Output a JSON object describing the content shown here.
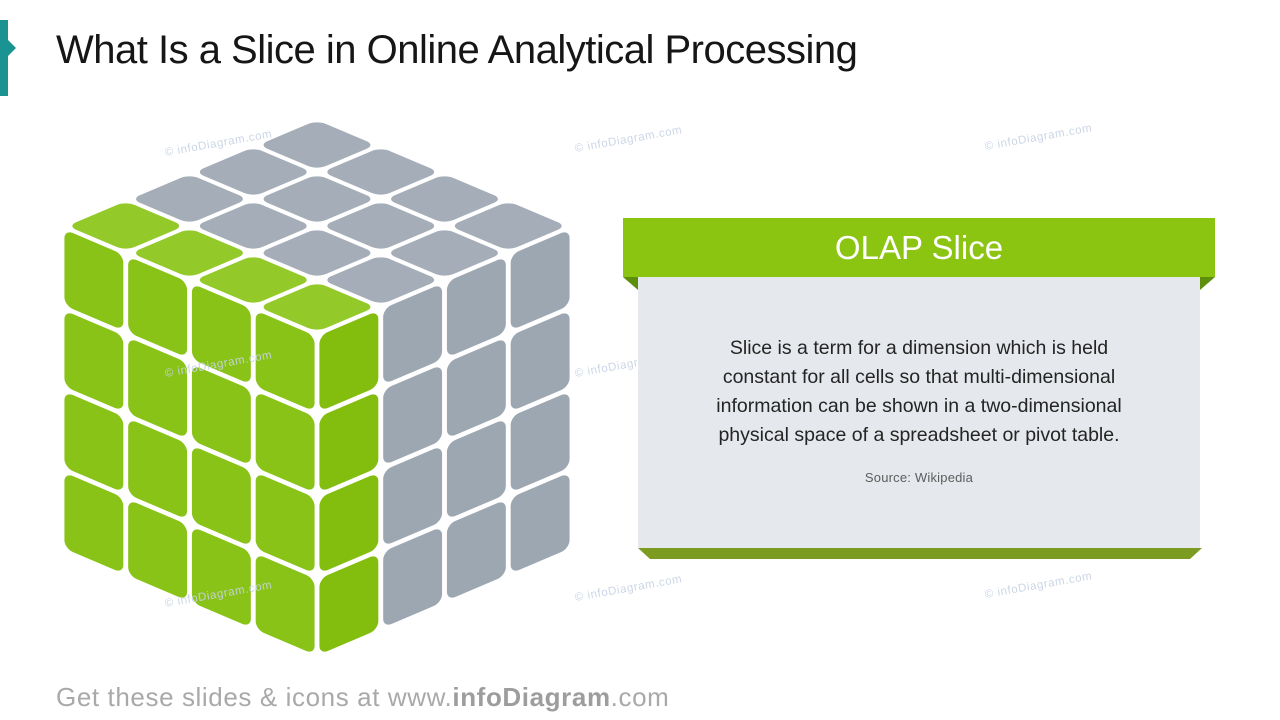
{
  "slide": {
    "title": "What Is a Slice in Online Analytical Processing",
    "watermark": "© infoDiagram.com",
    "accent_color": "#1A9392"
  },
  "panel": {
    "header": "OLAP Slice",
    "body_lines": [
      "Slice is a term for a dimension which is held",
      "constant for all cells so that multi-dimensional",
      "information can be shown in a two-dimensional",
      "physical space of a spreadsheet or pivot table."
    ],
    "source": "Source: Wikipedia",
    "colors": {
      "ribbon_green": "#8BC411",
      "fold_green": "#5E8F0C",
      "body_bg": "#E5E8EC",
      "underline_green": "#7C9B21"
    }
  },
  "cube": {
    "description": "4x4x4 OLAP cube with front-left slice highlighted",
    "size": 4,
    "highlighted_slice": "front-left layer",
    "colors": {
      "green_top": "#93C929",
      "green_left": "#89C317",
      "green_right": "#83BD0E",
      "gray_top": "#A4ADB8",
      "gray_right": "#9DA7B2"
    }
  },
  "footer": {
    "prefix": "Get these slides & icons at www.",
    "bold": "infoDiagram",
    "suffix": ".com"
  }
}
